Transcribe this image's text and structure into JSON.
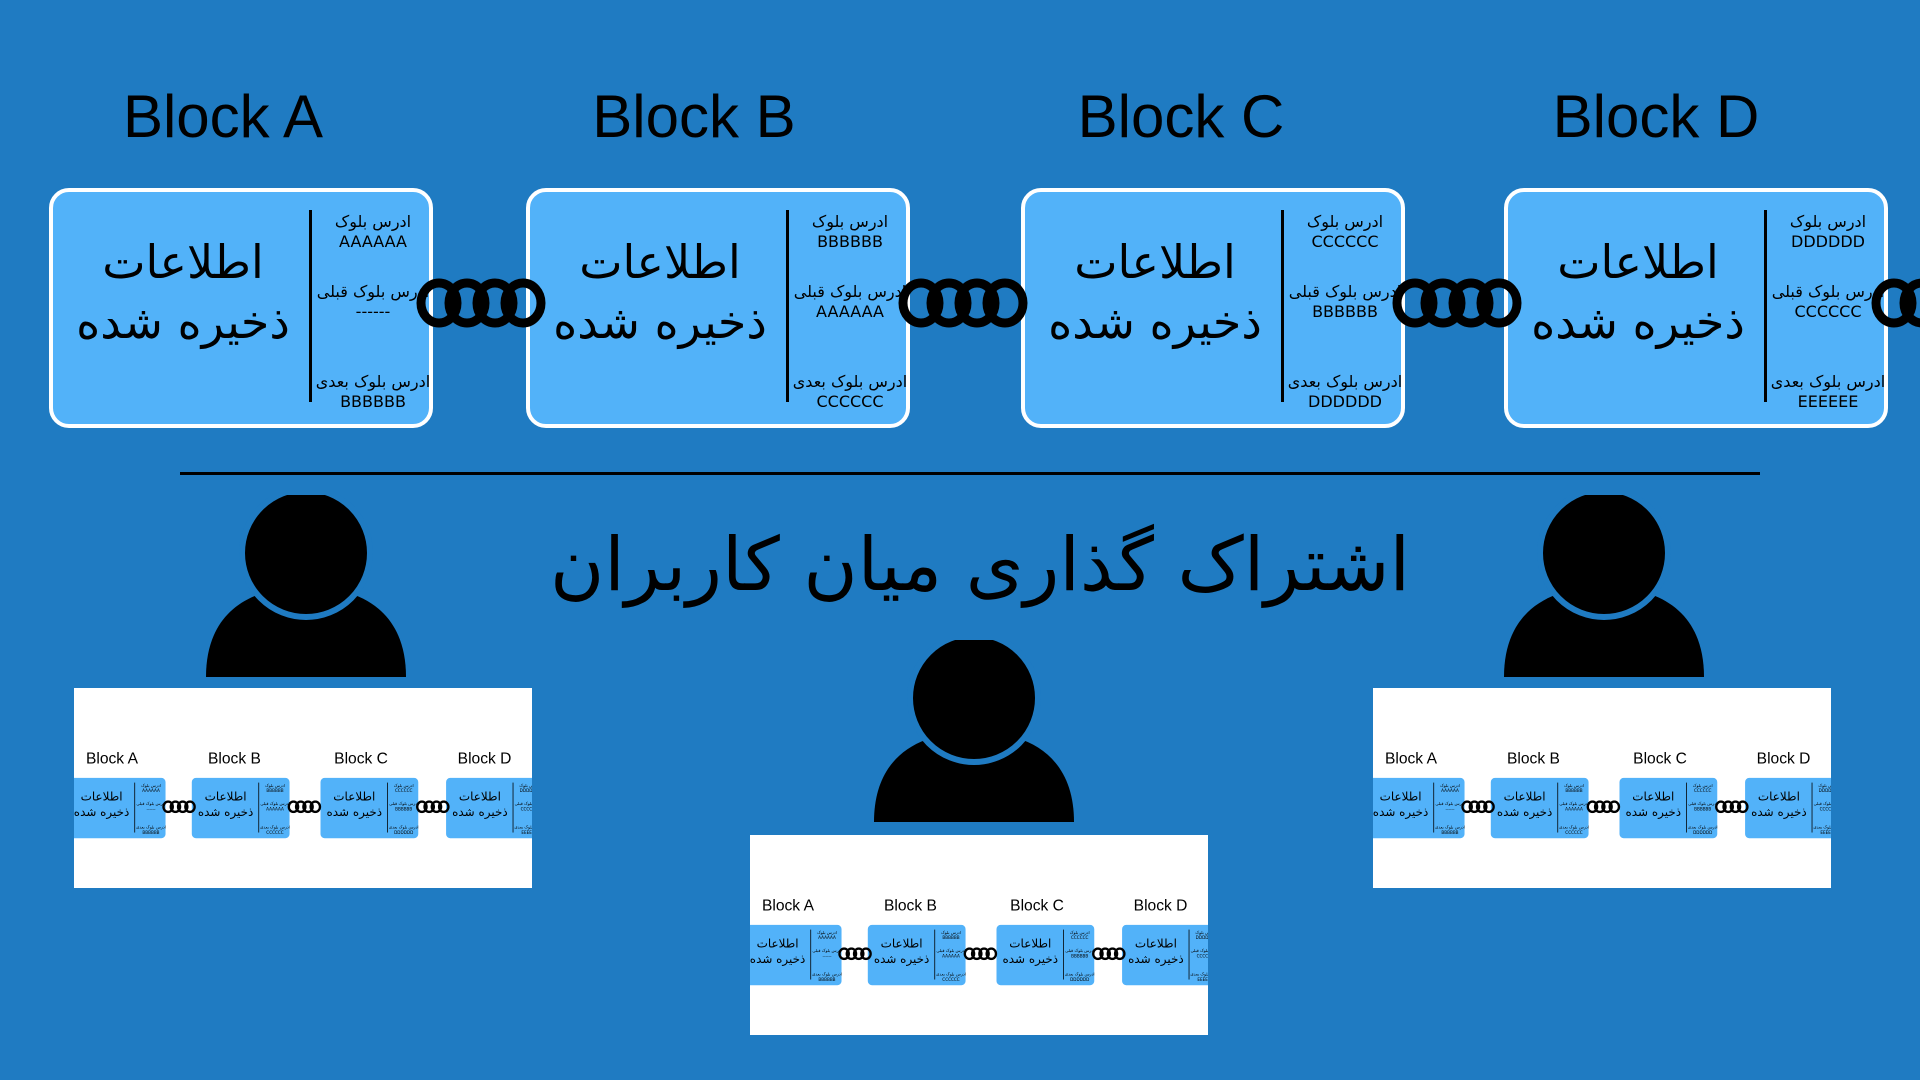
{
  "blocks": [
    {
      "title": "Block A",
      "stored": [
        "اطلاعات",
        "ذخیره شده"
      ],
      "address_label": "ادرس بلوک",
      "address": "AAAAAA",
      "prev_label": "ادرس بلوک قبلی",
      "prev": "------",
      "next_label": "ادرس بلوک بعدی",
      "next": "BBBBBB"
    },
    {
      "title": "Block B",
      "stored": [
        "اطلاعات",
        "ذخیره شده"
      ],
      "address_label": "ادرس بلوک",
      "address": "BBBBBB",
      "prev_label": "ادرس بلوک قبلی",
      "prev": "AAAAAA",
      "next_label": "ادرس بلوک بعدی",
      "next": "CCCCCC"
    },
    {
      "title": "Block C",
      "stored": [
        "اطلاعات",
        "ذخیره شده"
      ],
      "address_label": "ادرس بلوک",
      "address": "CCCCCC",
      "prev_label": "ادرس بلوک قبلی",
      "prev": "BBBBBB",
      "next_label": "ادرس بلوک بعدی",
      "next": "DDDDDD"
    },
    {
      "title": "Block D",
      "stored": [
        "اطلاعات",
        "ذخیره شده"
      ],
      "address_label": "ادرس بلوک",
      "address": "DDDDDD",
      "prev_label": "ادرس بلوک قبلی",
      "prev": "CCCCCC",
      "next_label": "ادرس بلوک بعدی",
      "next": "EEEEEE"
    }
  ],
  "share_title": "اشتراک گذاری میان کاربران",
  "colors": {
    "background": "#1f7bc2",
    "block_fill": "#52b2f9",
    "block_border": "#ffffff",
    "ink": "#000000"
  },
  "icons": {
    "link": "chain-link-icon",
    "user": "user-icon"
  }
}
